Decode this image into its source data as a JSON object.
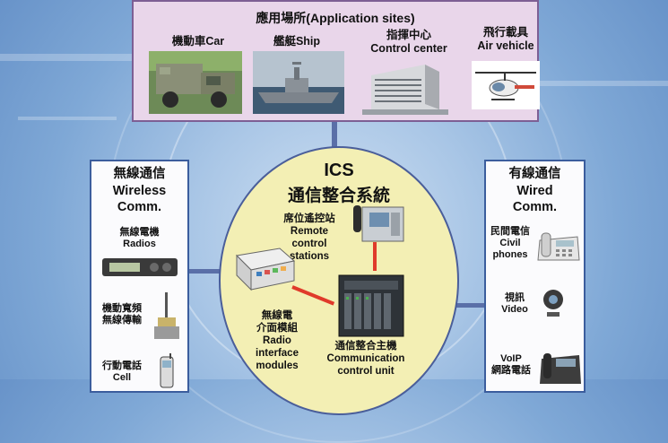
{
  "top": {
    "title": "應用場所(Application sites)",
    "sites": [
      {
        "label": "機動車Car"
      },
      {
        "label": "艦艇Ship"
      },
      {
        "label_zh": "指揮中心",
        "label_en": "Control center"
      },
      {
        "label_zh": "飛行載具",
        "label_en": "Air vehicle"
      }
    ]
  },
  "wireless": {
    "title_zh": "無線通信",
    "title_en1": "Wireless",
    "title_en2": "Comm.",
    "items": [
      {
        "zh": "無線電機",
        "en": "Radios"
      },
      {
        "zh1": "機動寬頻",
        "zh2": "無線傳輸"
      },
      {
        "zh": "行動電話",
        "en": "Cell"
      }
    ]
  },
  "wired": {
    "title_zh": "有線通信",
    "title_en1": "Wired",
    "title_en2": "Comm.",
    "items": [
      {
        "zh": "民間電信",
        "en1": "Civil",
        "en2": "phones"
      },
      {
        "zh": "視訊",
        "en": "Video"
      },
      {
        "en": "VoIP",
        "zh": "網路電話"
      }
    ]
  },
  "ics": {
    "title_en": "ICS",
    "title_zh": "通信整合系統",
    "remote": {
      "zh": "席位遙控站",
      "en1": "Remote",
      "en2": "control",
      "en3": "stations"
    },
    "radio": {
      "zh1": "無線電",
      "zh2": "介面模組",
      "en1": "Radio",
      "en2": "interface",
      "en3": "modules"
    },
    "ccu": {
      "zh": "通信整合主機",
      "en1": "Communication",
      "en2": "control unit"
    }
  },
  "colors": {
    "top_panel": "#e9d6ea",
    "side_border": "#3b5d9d",
    "ellipse_fill": "#f3efb4",
    "link_red": "#e03a2a"
  }
}
